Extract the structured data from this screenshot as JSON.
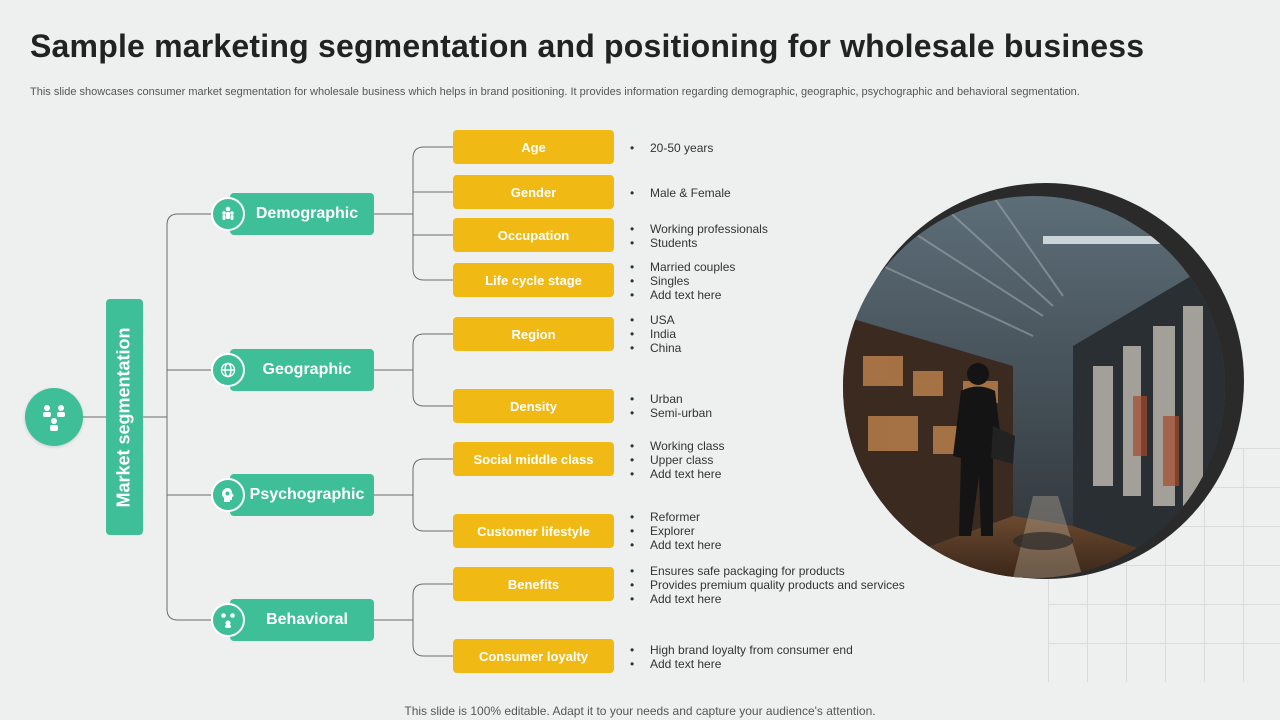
{
  "title": "Sample marketing segmentation and positioning for wholesale business",
  "subtitle": "This slide showcases consumer market segmentation for wholesale business which helps in brand positioning. It provides information regarding demographic, geographic, psychographic and behavioral segmentation.",
  "root_label": "Market segmentation",
  "categories": [
    {
      "label": "Demographic"
    },
    {
      "label": "Geographic"
    },
    {
      "label": "Psychographic"
    },
    {
      "label": "Behavioral"
    }
  ],
  "items": [
    {
      "label": "Age",
      "bullets": [
        "20-50 years"
      ]
    },
    {
      "label": "Gender",
      "bullets": [
        "Male & Female"
      ]
    },
    {
      "label": "Occupation",
      "bullets": [
        "Working professionals",
        "Students"
      ]
    },
    {
      "label": "Life cycle stage",
      "bullets": [
        "Married couples",
        "Singles",
        "Add text here"
      ]
    },
    {
      "label": "Region",
      "bullets": [
        "USA",
        "India",
        "China"
      ]
    },
    {
      "label": "Density",
      "bullets": [
        "Urban",
        "Semi-urban"
      ]
    },
    {
      "label": "Social middle class",
      "bullets": [
        "Working class",
        "Upper class",
        "Add text here"
      ]
    },
    {
      "label": "Customer lifestyle",
      "bullets": [
        "Reformer",
        "Explorer",
        "Add text here"
      ]
    },
    {
      "label": "Benefits",
      "bullets": [
        "Ensures safe packaging for products",
        "Provides premium quality products and services",
        "Add text here"
      ]
    },
    {
      "label": "Consumer loyalty",
      "bullets": [
        "High brand loyalty from consumer end",
        "Add text here"
      ]
    }
  ],
  "footer": "This slide is 100% editable. Adapt it to your needs and capture your audience's attention.",
  "colors": {
    "green": "#3fbf97",
    "yellow": "#f1b914"
  },
  "icons": [
    "people-group-icon",
    "family-icon",
    "globe-icon",
    "head-brain-icon",
    "people-network-icon"
  ]
}
